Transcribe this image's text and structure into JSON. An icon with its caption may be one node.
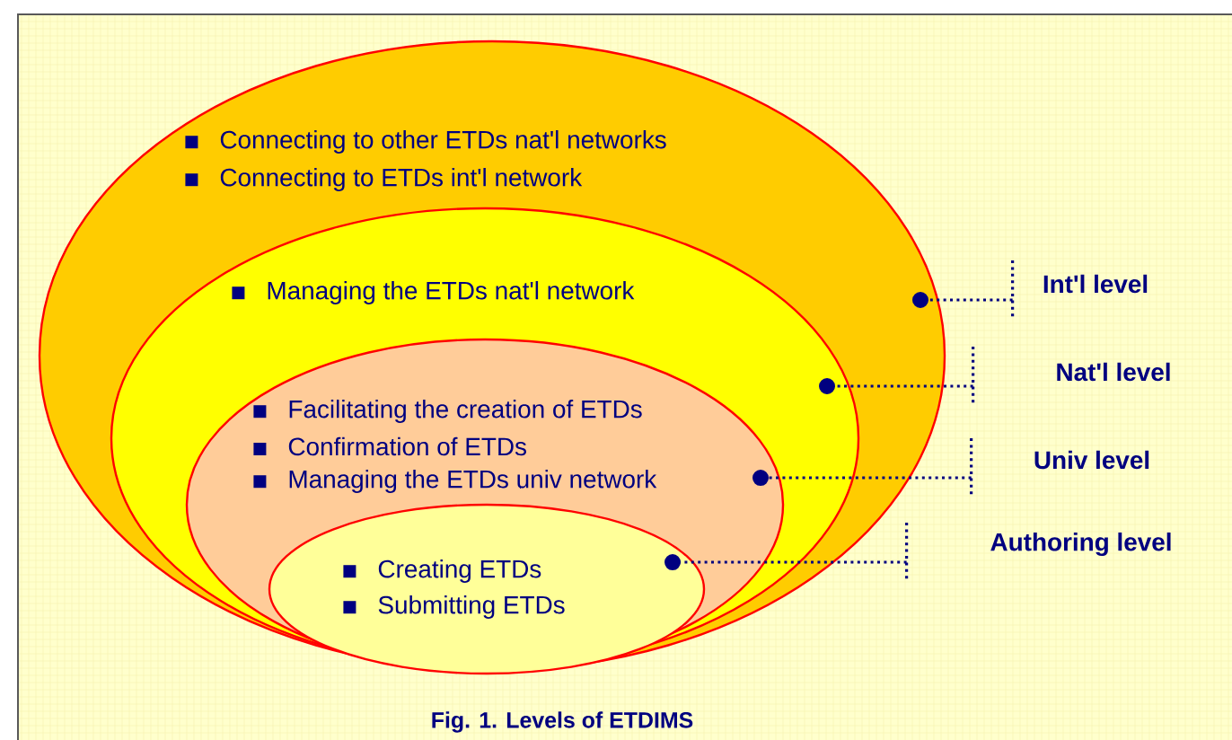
{
  "diagram": {
    "caption": "Fig. 1. Levels of ETDIMS",
    "nodes": [
      {
        "text": [
          "Connecting to other ETDs nat'l networks",
          "Connecting to ETDs int'l network"
        ]
      },
      {
        "text": [
          "Managing the ETDs nat'l network"
        ],
        "in": 0
      },
      {
        "text": [
          "Facilitating the creation of ETDs",
          "Confirmation of ETDs",
          "Managing the ETDs univ network"
        ],
        "in": 1
      },
      {
        "text": [
          "Creating ETDs",
          "Submitting ETDs"
        ],
        "in": 2
      },
      {
        "text": [
          "Int'l level"
        ]
      },
      {
        "text": [
          "Nat'l level"
        ]
      },
      {
        "text": [
          "Univ level"
        ]
      },
      {
        "text": [
          "Authoring level"
        ]
      }
    ],
    "edges": [
      {
        "from": 4,
        "to": 0,
        "arrow": "other"
      },
      {
        "from": 5,
        "to": 1,
        "arrow": "other"
      },
      {
        "from": 6,
        "to": 2,
        "arrow": "other"
      },
      {
        "from": 7,
        "to": 3,
        "arrow": "other"
      }
    ]
  }
}
